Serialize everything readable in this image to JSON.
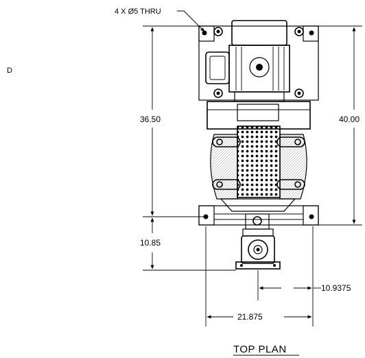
{
  "sheet": {
    "zone_letter": "D",
    "view_title": "TOP PLAN"
  },
  "callouts": {
    "mounting_holes": "4 X Ø5 THRU"
  },
  "dimensions": {
    "left_vertical": "36.50",
    "right_vertical": "40.00",
    "outlet_offset": "10.85",
    "outlet_horizontal": "10.9375",
    "overall_width": "21.875"
  }
}
